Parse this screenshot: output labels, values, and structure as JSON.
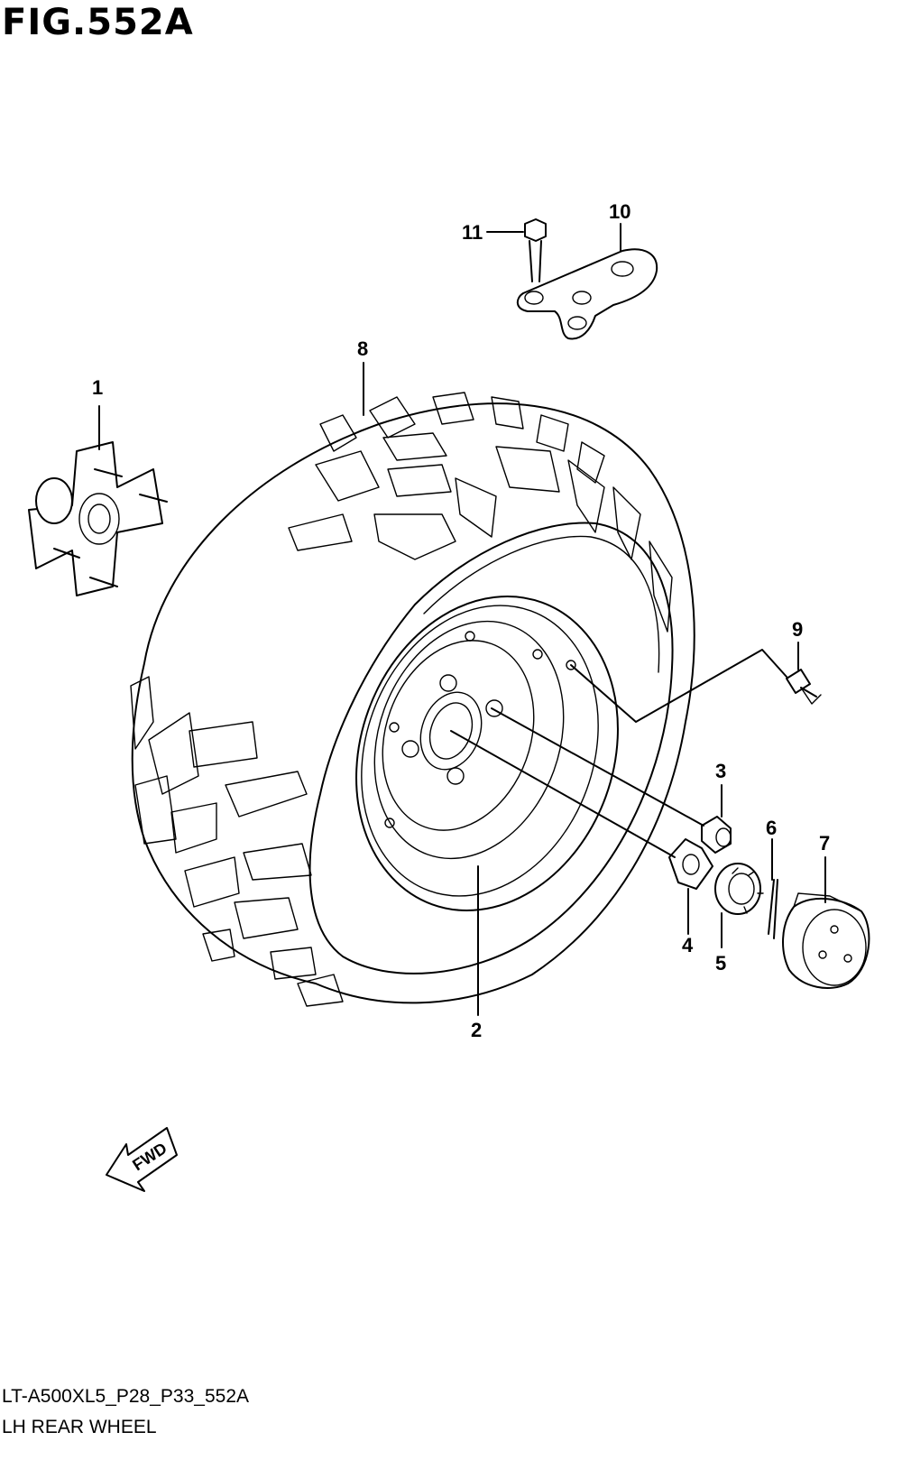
{
  "figure": {
    "title": "FIG.552A",
    "code": "LT-A500XL5_P28_P33_552A",
    "name": "LH REAR WHEEL"
  },
  "callouts": [
    "1",
    "2",
    "3",
    "4",
    "5",
    "6",
    "7",
    "8",
    "9",
    "10",
    "11"
  ],
  "arrow": {
    "label": "FWD"
  }
}
